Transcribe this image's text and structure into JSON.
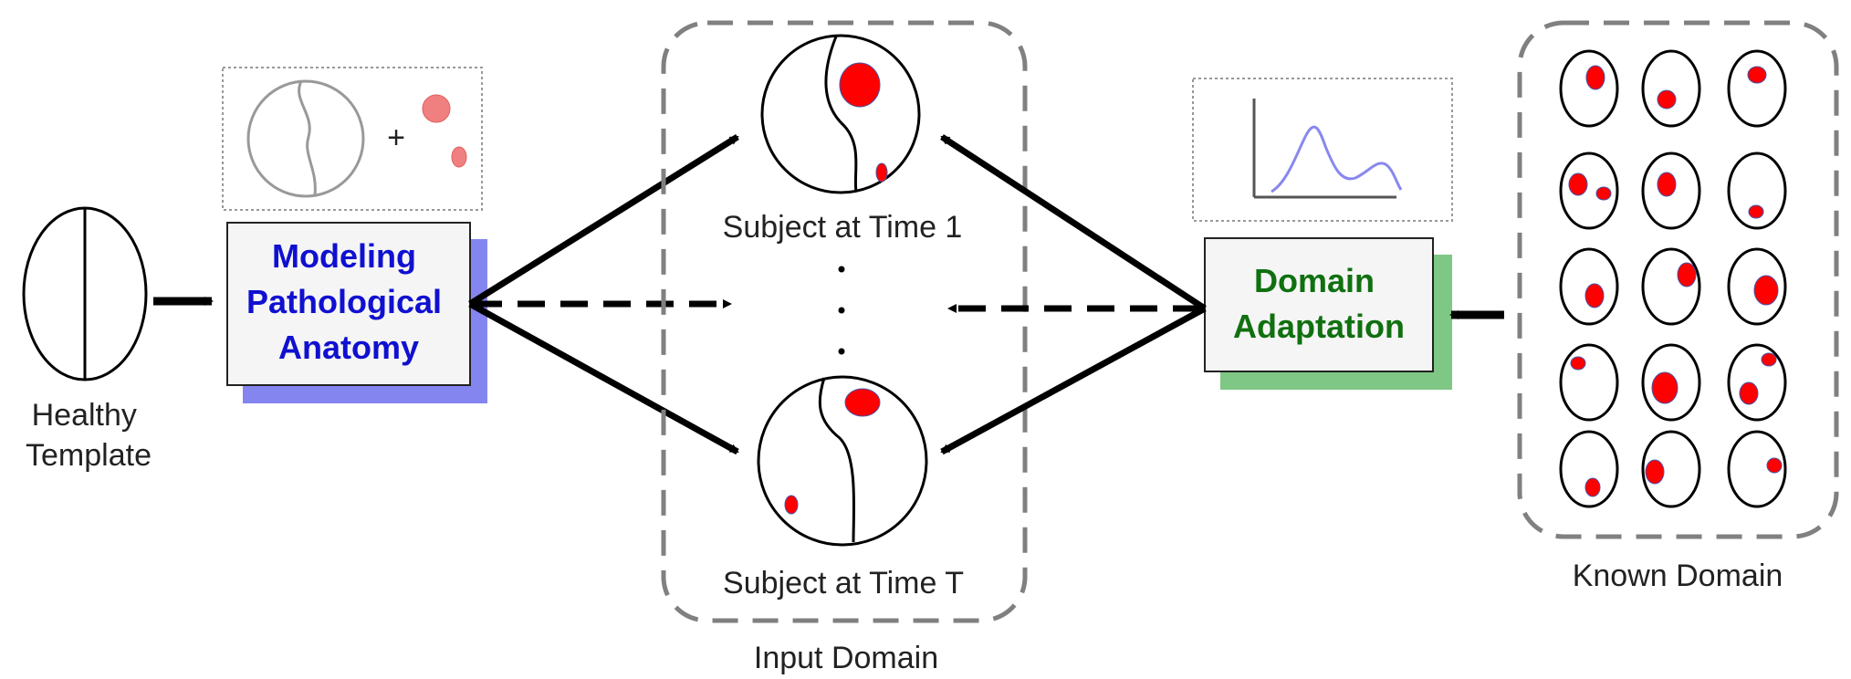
{
  "labels": {
    "healthy_template": [
      "Healthy",
      "Template"
    ],
    "plus": "+",
    "subject_time1": "Subject at Time 1",
    "subject_timeT": "Subject at Time T",
    "input_domain": "Input Domain",
    "known_domain": "Known Domain"
  },
  "boxes": {
    "modeling": {
      "lines": [
        "Modeling",
        "Pathological",
        "Anatomy"
      ],
      "text_color": "#1010d0",
      "shadow_color": "#8585f0"
    },
    "domain_adaptation": {
      "lines": [
        "Domain",
        "Adaptation"
      ],
      "text_color": "#107010",
      "shadow_color": "#7fc784"
    }
  },
  "colors": {
    "lesion": "#ff0000",
    "lesion_light": "#f08080",
    "curve": "#8888ee",
    "dashed_border": "#808080"
  }
}
